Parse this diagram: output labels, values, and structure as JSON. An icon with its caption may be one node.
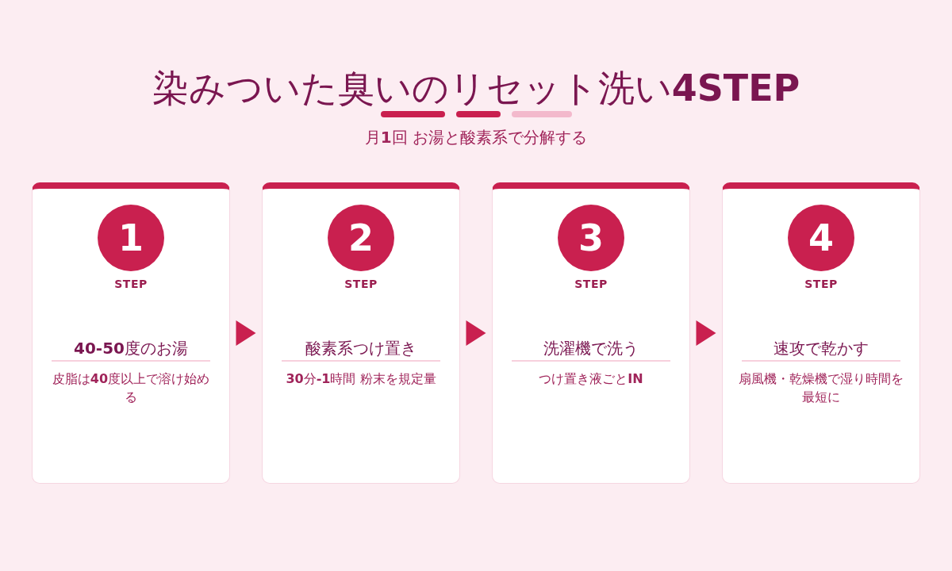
{
  "diagram": {
    "title": "染みついた臭いのリセット洗い**4STEP**",
    "nodes": [
      {
        "text": [
          "1",
          "STEP",
          "**40-50**度のお湯",
          "皮脂は**40**度以上で溶け始める"
        ]
      },
      {
        "text": [
          "2",
          "STEP",
          "酸素系つけ置き",
          "**30**分**-1**時間 粉末を規定量"
        ]
      },
      {
        "text": [
          "3",
          "STEP",
          "洗濯機で洗う",
          "つけ置き液ごと**IN**"
        ]
      },
      {
        "text": [
          "4",
          "STEP",
          "速攻で乾かす",
          "扇風機・乾燥機で湿り時間を最短に"
        ]
      }
    ],
    "edges": [
      {
        "from": 0,
        "to": 1,
        "arrow": "to"
      },
      {
        "from": 1,
        "to": 2,
        "arrow": "to"
      },
      {
        "from": 2,
        "to": 3,
        "arrow": "to"
      }
    ],
    "labels": [
      "月**1**回 お湯と酸素系で分解する"
    ]
  }
}
